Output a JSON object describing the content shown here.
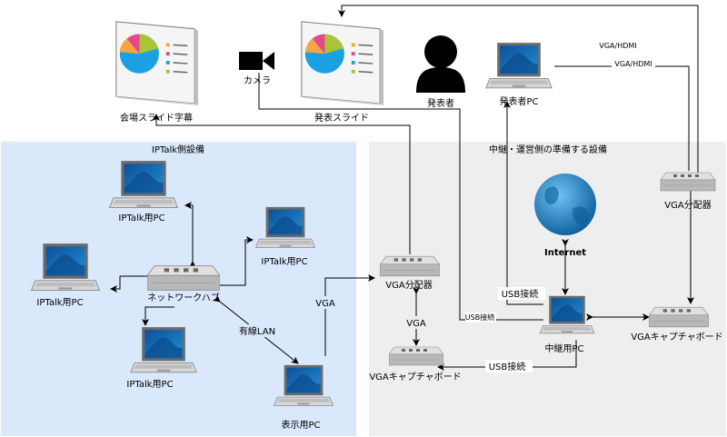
{
  "groups": {
    "iptalk": {
      "title": "IPTalk側設備",
      "fill": "#dae8fc"
    },
    "relay": {
      "title": "中継・運営側の準備する設備",
      "fill": "#eeeeee"
    }
  },
  "nodes": {
    "venue_screen": "会場スライド字幕",
    "camera": "カメラ",
    "presenter_slide": "発表スライド",
    "presenter": "発表者",
    "presenter_pc": "発表者PC",
    "iptalk_pc_1": "IPTalk用PC",
    "iptalk_pc_2": "IPTalk用PC",
    "iptalk_pc_3": "IPTalk用PC",
    "iptalk_pc_4": "IPTalk用PC",
    "network_hub": "ネットワークハブ",
    "display_pc": "表示用PC",
    "vga_splitter_left": "VGA分配器",
    "vga_capture_left": "VGAキャプチャボード",
    "internet": "Internet",
    "relay_pc": "中継用PC",
    "vga_splitter_right": "VGA分配器",
    "vga_capture_right": "VGAキャプチャボード"
  },
  "edge_labels": {
    "vga_hdmi_top": "VGA/HDMI",
    "vga_hdmi": "VGA/HDMI",
    "wired_lan": "有線LAN",
    "vga_display": "VGA",
    "vga_mid": "VGA",
    "usb_top": "USB接続",
    "usb_small": "USB接続",
    "usb_bottom": "USB接続"
  },
  "colors": {
    "screen_blue": "#0a6ec0",
    "pie_blue": "#1ba1e2",
    "pie_green": "#a9c536",
    "pie_orange": "#f8a540",
    "pie_pink": "#e6488c",
    "globe": "#1a7fc0"
  }
}
